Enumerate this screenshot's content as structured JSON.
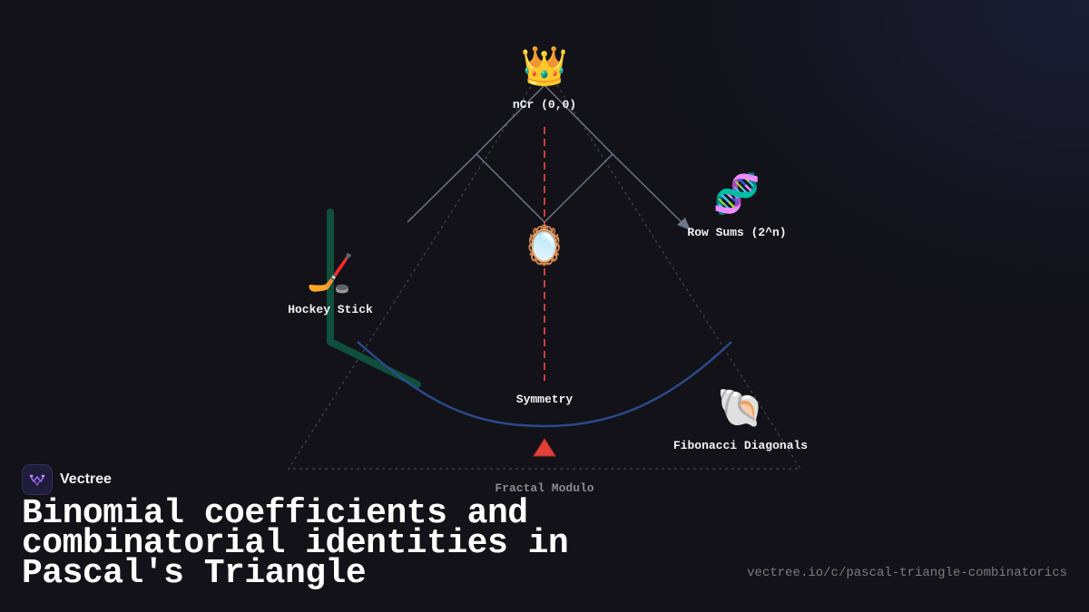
{
  "brand": {
    "name": "Vectree"
  },
  "title": "Binomial coefficients and combinatorial identities in Pascal's Triangle",
  "url": "vectree.io/c/pascal-triangle-combinatorics",
  "nodes": {
    "apex": {
      "label": "nCr (0,0)",
      "icon": "crown-icon"
    },
    "row_sums": {
      "label": "Row Sums (2^n)",
      "icon": "dna-icon"
    },
    "hockey_stick": {
      "label": "Hockey Stick",
      "icon": "hockey-stick-icon"
    },
    "symmetry": {
      "label": "Symmetry",
      "icon": "mirror-icon"
    },
    "fibonacci": {
      "label": "Fibonacci Diagonals",
      "icon": "shell-icon"
    },
    "fractal": {
      "label": "Fractal Modulo",
      "icon": "triangle-icon"
    }
  },
  "colors": {
    "background": "#121218",
    "hockey_stick": "#0f4f3c",
    "symmetry_axis": "#e0453f",
    "fibonacci_arc": "#2a4a8a",
    "branches": "#6e7688",
    "triangle_outline": "#3c3f4a"
  }
}
